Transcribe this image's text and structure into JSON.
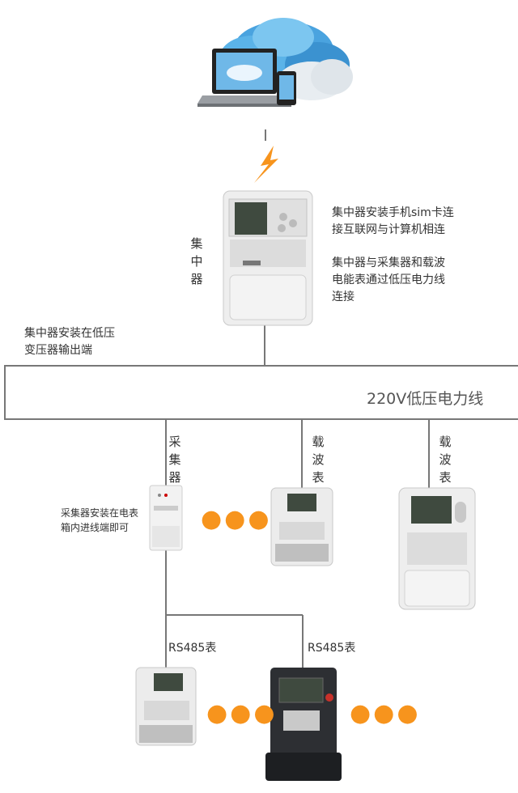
{
  "cloud_section": {
    "cloud_icon": "cloud-icon",
    "laptop_icon": "laptop-icon",
    "phone_icon": "smartphone-icon",
    "signal_icon": "lightning-bolt-icon",
    "colors": {
      "cloud": "#4aa3df",
      "bolt": "#f7941d"
    }
  },
  "concentrator": {
    "label": "集\n中\n器",
    "note_1": "集中器安装手机sim卡连\n接互联网与计算机相连",
    "note_2": "集中器与采集器和载波\n电能表通过低压电力线\n连接",
    "install_note": "集中器安装在低压\n变压器输出端"
  },
  "power_line": {
    "label": "220V低压电力线",
    "color": "#777777"
  },
  "collector": {
    "label": "采\n集\n器",
    "note": "采集器安装在电表\n箱内进线端即可"
  },
  "carrier_meters": [
    {
      "label": "载\n波\n表"
    },
    {
      "label": "载\n波\n表"
    }
  ],
  "rs485_meters": [
    {
      "label": "RS485表"
    },
    {
      "label": "RS485表"
    }
  ],
  "ellipsis": {
    "symbol": "●●●",
    "color": "#f7941d"
  }
}
